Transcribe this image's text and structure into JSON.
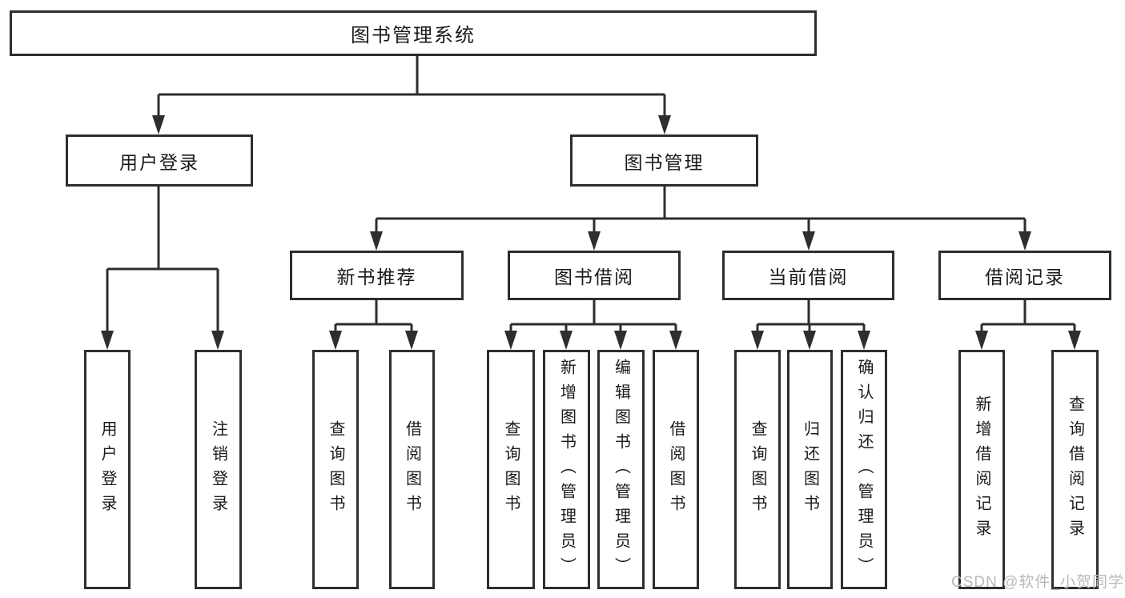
{
  "diagram": {
    "title": "图书管理系统",
    "watermark": "CSDN @软件_小贺同学",
    "colors": {
      "line": "#2e2e2e",
      "text": "#1a1a1a",
      "watermark": "#b9b9b9",
      "box_background": "#ffffff"
    },
    "branches": [
      {
        "label": "用户登录",
        "children": [
          "用户登录",
          "注销登录"
        ]
      },
      {
        "label": "图书管理",
        "children": [
          {
            "label": "新书推荐",
            "children": [
              "查询图书",
              "借阅图书"
            ]
          },
          {
            "label": "图书借阅",
            "children": [
              "查询图书",
              "新增图书（管理员）",
              "编辑图书（管理员）",
              "借阅图书"
            ]
          },
          {
            "label": "当前借阅",
            "children": [
              "查询图书",
              "归还图书",
              "确认归还（管理员）"
            ]
          },
          {
            "label": "借阅记录",
            "children": [
              "新增借阅记录",
              "查询借阅记录"
            ]
          }
        ]
      }
    ]
  }
}
